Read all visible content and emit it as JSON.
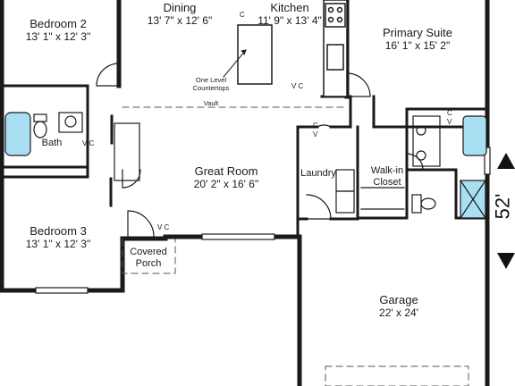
{
  "rooms": {
    "bedroom2": {
      "name": "Bedroom 2",
      "dims": "13' 1\" x 12' 3\""
    },
    "dining": {
      "name": "Dining",
      "dims": "13' 7\" x 12' 6\""
    },
    "kitchen": {
      "name": "Kitchen",
      "dims": "11' 9\" x 13' 4\""
    },
    "primary_suite": {
      "name": "Primary Suite",
      "dims": "16' 1\" x 15' 2\""
    },
    "bath": {
      "name": "Bath"
    },
    "great_room": {
      "name": "Great Room",
      "dims": "20' 2\" x 16' 6\""
    },
    "laundry": {
      "name": "Laundry"
    },
    "walk_in_closet": {
      "line1": "Walk-in",
      "line2": "Closet"
    },
    "bedroom3": {
      "name": "Bedroom 3",
      "dims": "13' 1\" x 12' 3\""
    },
    "covered_porch": {
      "line1": "Covered",
      "line2": "Porch"
    },
    "garage": {
      "name": "Garage",
      "dims": "22' x 24'"
    }
  },
  "annotations": {
    "countertops": {
      "line1": "One Level",
      "line2": "Countertops"
    },
    "vault": "Vault",
    "vc": "V C",
    "c": "C",
    "v": "V"
  },
  "overall_dimension": "52'",
  "colors": {
    "wall": "#1a1a1a",
    "fixture_blue": "#a9dff2",
    "line": "#333333"
  }
}
